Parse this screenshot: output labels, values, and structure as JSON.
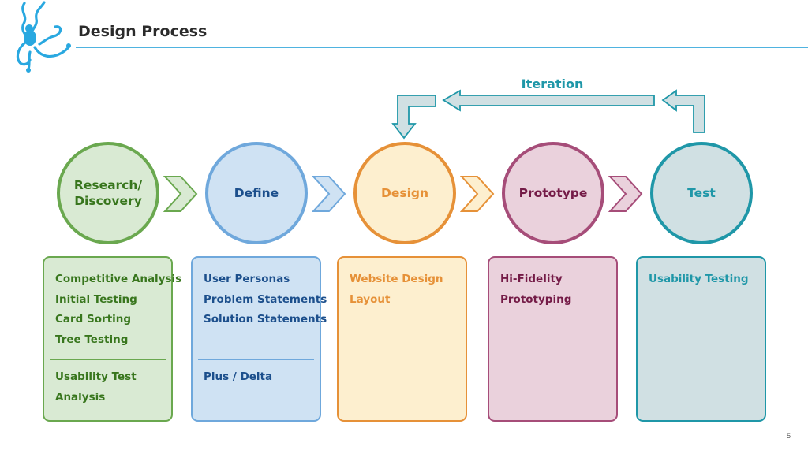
{
  "header": {
    "title": "Design Process"
  },
  "iteration": {
    "label": "Iteration"
  },
  "stages": [
    {
      "label": "Research/\nDiscovery",
      "color": "#6aa84f",
      "fill": "#d9ead3",
      "text": "#38761d"
    },
    {
      "label": "Define",
      "color": "#6fa8dc",
      "fill": "#cfe2f3",
      "text": "#1c4f8c"
    },
    {
      "label": "Design",
      "color": "#e69138",
      "fill": "#fdefcf",
      "text": "#e69138"
    },
    {
      "label": "Prototype",
      "color": "#a64d79",
      "fill": "#ead1dc",
      "text": "#741b47"
    },
    {
      "label": "Test",
      "color": "#1f97a8",
      "fill": "#d0e0e3",
      "text": "#1f97a8"
    }
  ],
  "cards": [
    {
      "items": [
        "Competitive Analysis",
        "Initial Testing",
        "Card Sorting",
        "Tree Testing"
      ],
      "extra": [
        "Usability Test",
        "Analysis"
      ]
    },
    {
      "items": [
        "User Personas",
        "Problem Statements",
        "Solution Statements"
      ],
      "extra": [
        "Plus / Delta"
      ]
    },
    {
      "items": [
        "Website Design",
        "Layout"
      ],
      "extra": []
    },
    {
      "items": [
        "Hi-Fidelity",
        "Prototyping"
      ],
      "extra": []
    },
    {
      "items": [
        "Usability Testing"
      ],
      "extra": []
    }
  ],
  "footer": {
    "page_number": "5"
  }
}
